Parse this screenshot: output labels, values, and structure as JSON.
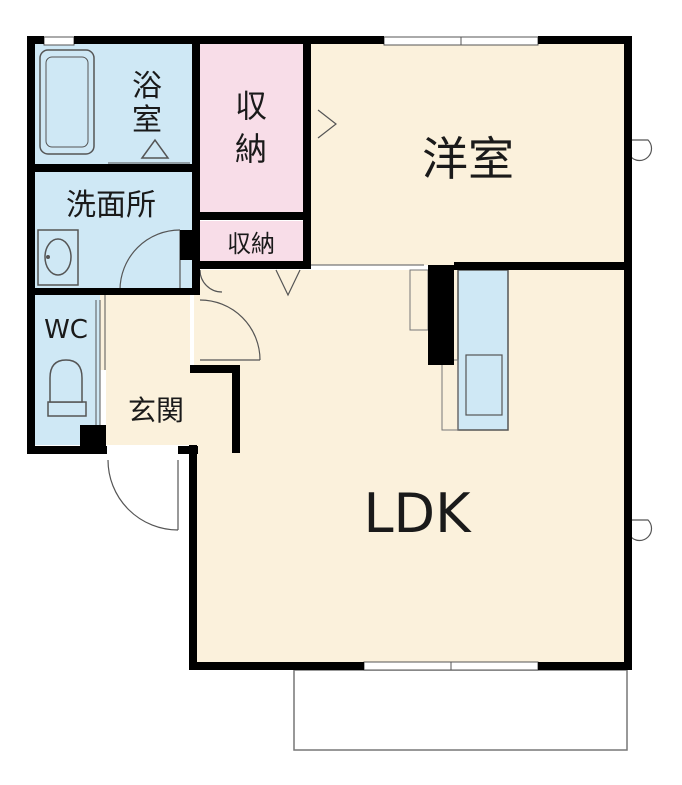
{
  "floorplan": {
    "colors": {
      "wet": "#cfe8f5",
      "storage": "#f8dde8",
      "living": "#fbf1dc",
      "entry": "#fbf1dc",
      "wall": "#000000",
      "line": "#555555"
    },
    "rooms": {
      "bath": {
        "label_1": "浴",
        "label_2": "室"
      },
      "storage_large": {
        "label_1": "収",
        "label_2": "納"
      },
      "western": {
        "label": "洋室"
      },
      "washroom": {
        "label": "洗面所"
      },
      "storage_small": {
        "label": "収納"
      },
      "wc": {
        "label": "WC"
      },
      "entrance": {
        "label": "玄関"
      },
      "ldk": {
        "label": "LDK"
      }
    }
  }
}
